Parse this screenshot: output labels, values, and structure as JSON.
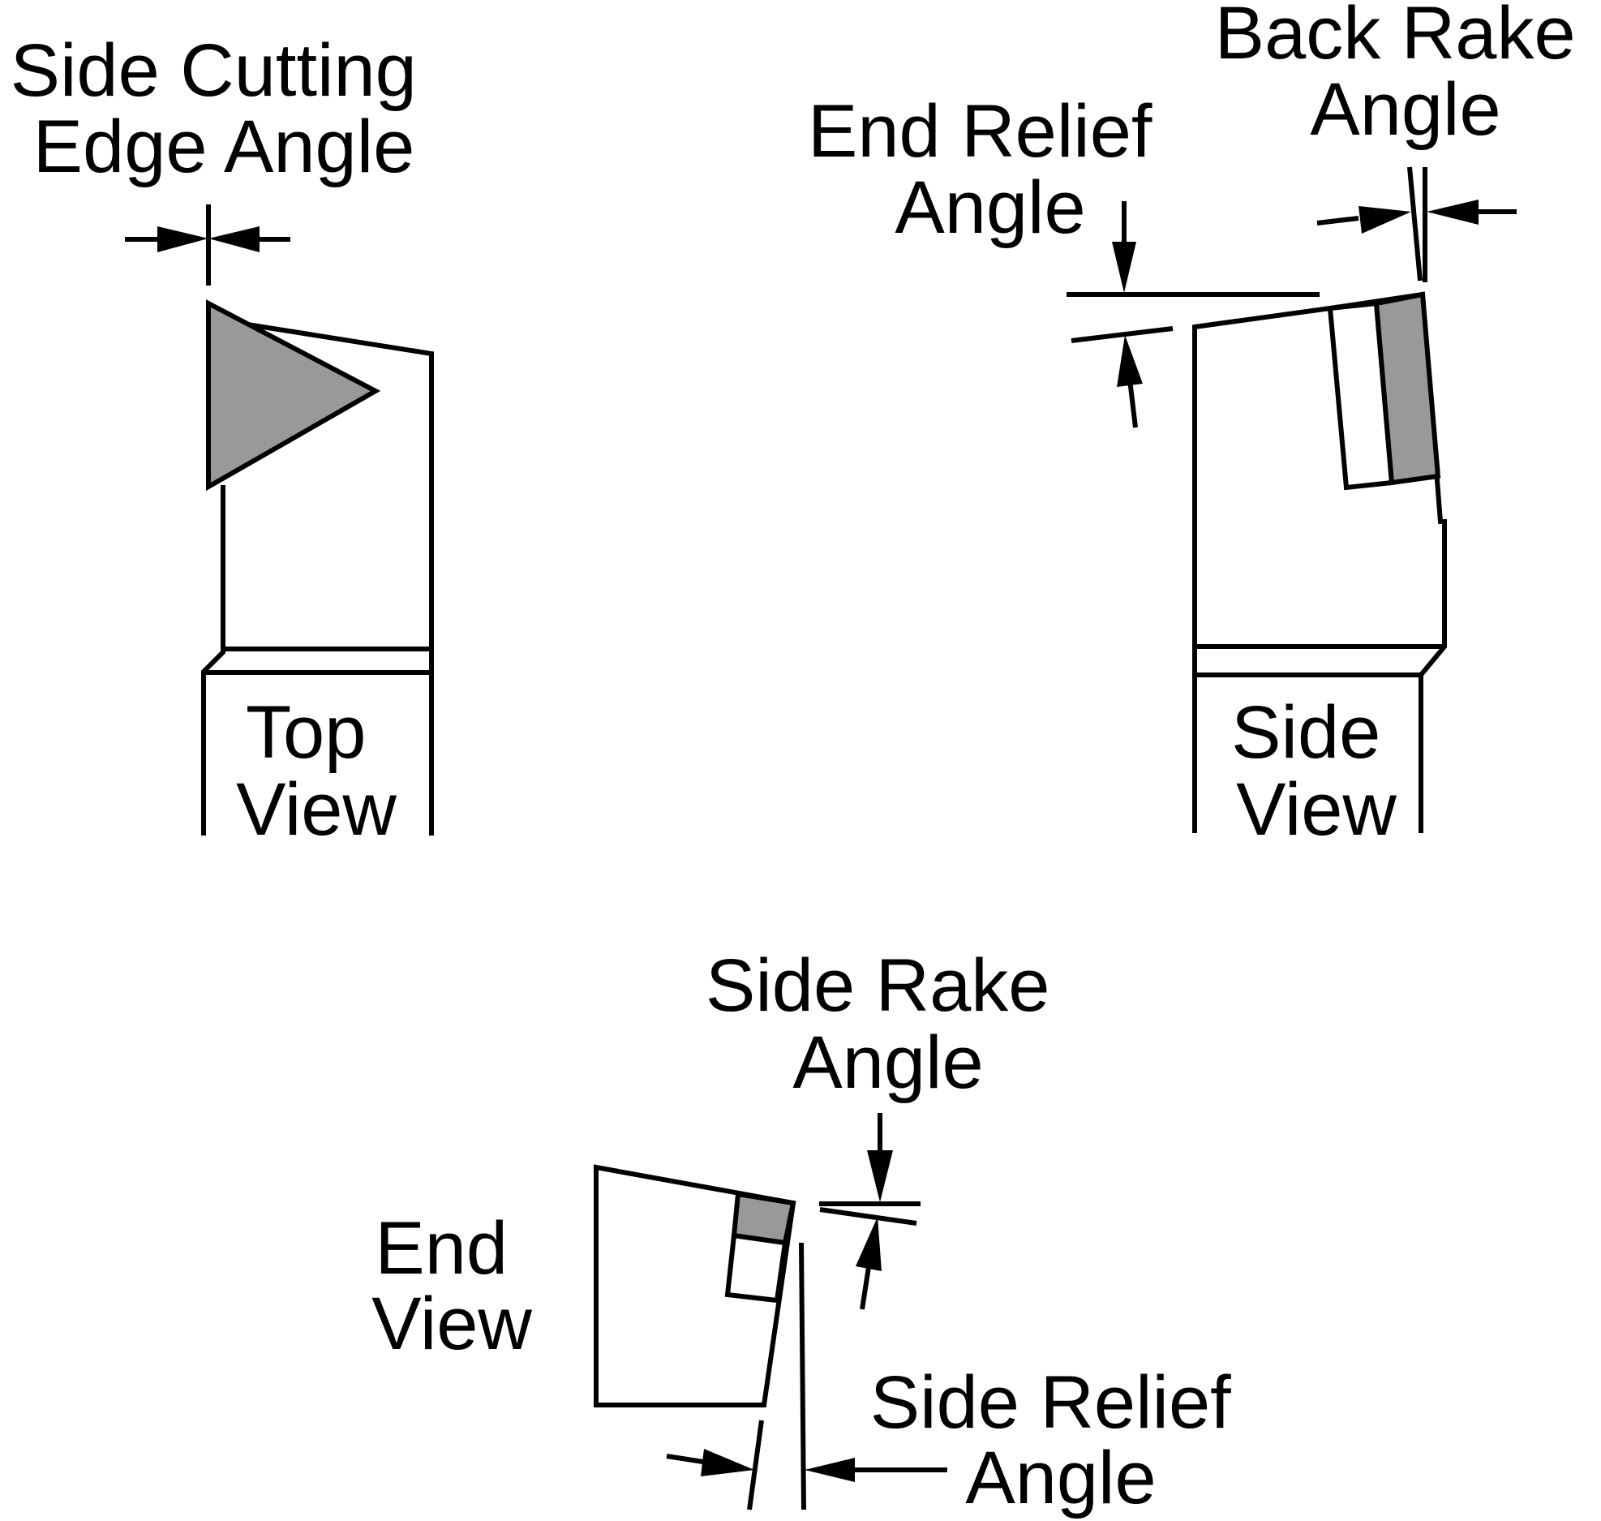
{
  "colors": {
    "line": "#000000",
    "insert_fill": "#999999",
    "background": "#ffffff"
  },
  "labels": {
    "side_cutting_edge_angle": [
      "Side Cutting",
      "Edge Angle"
    ],
    "top_view": [
      "Top",
      "View"
    ],
    "end_relief_angle": [
      "End Relief",
      "Angle"
    ],
    "back_rake_angle": [
      "Back Rake",
      "Angle"
    ],
    "side_view": [
      "Side",
      "View"
    ],
    "side_rake_angle": [
      "Side Rake",
      "Angle"
    ],
    "end_view": [
      "End",
      "View"
    ],
    "side_relief_angle": [
      "Side Relief",
      "Angle"
    ]
  }
}
